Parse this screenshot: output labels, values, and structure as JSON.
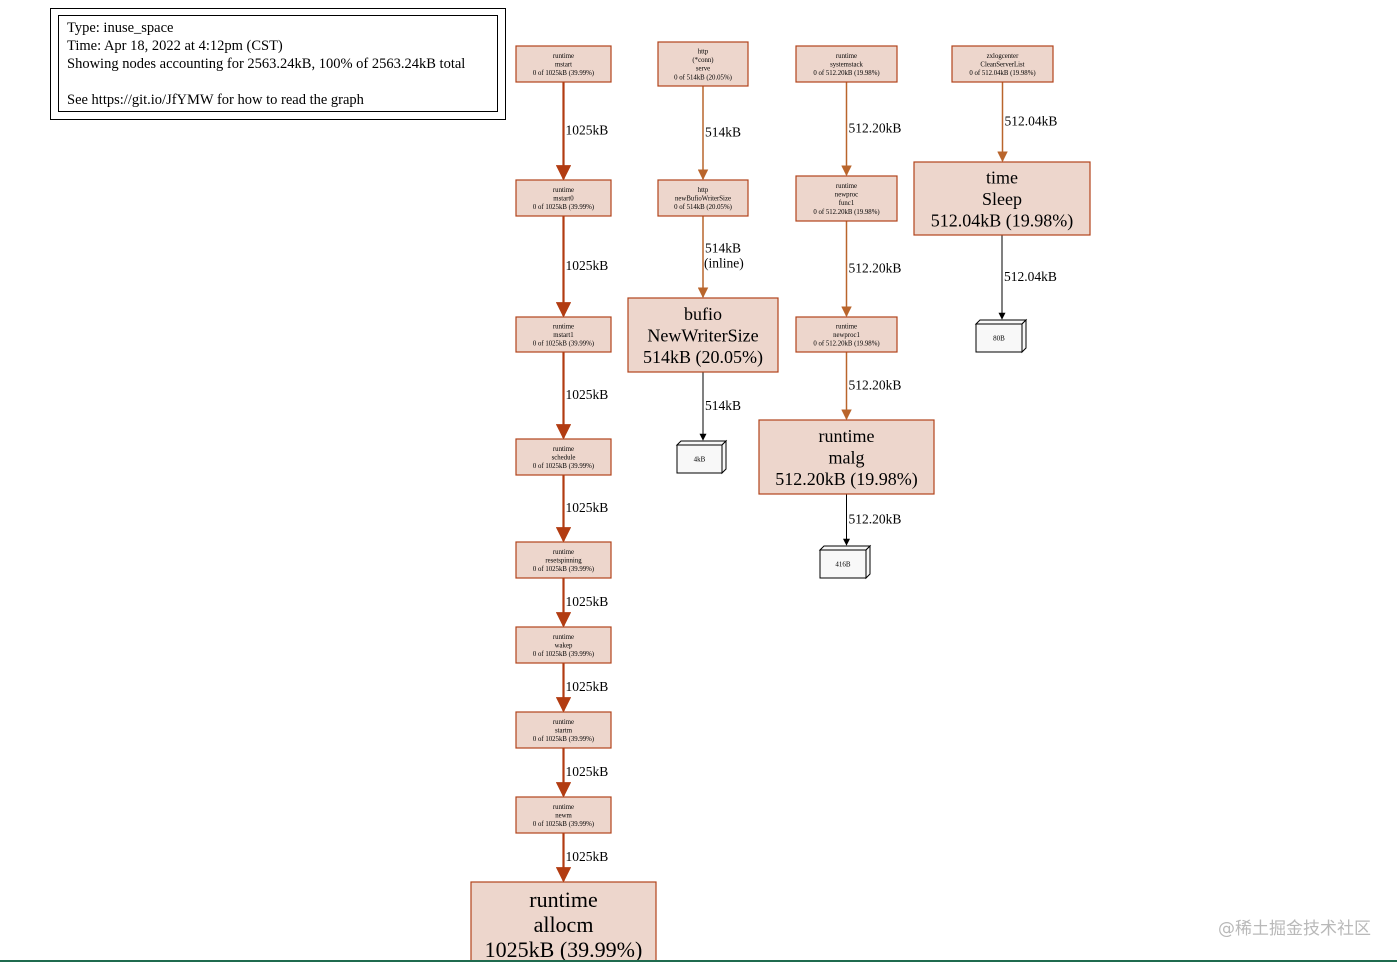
{
  "legend": {
    "line1": "Type: inuse_space",
    "line2": "Time: Apr 18, 2022 at 4:12pm (CST)",
    "line3": "Showing nodes accounting for 2563.24kB, 100% of 2563.24kB total",
    "line4": "See https://git.io/JfYMW for how to read the graph"
  },
  "colors": {
    "node_fill": "#edd6cc",
    "node_border": "#b2441b",
    "edge_heavy": "#b23c12",
    "edge_medium": "#b9652c",
    "edge_leaf": "#000000"
  },
  "nodes": [
    {
      "id": "mstart",
      "lines": [
        "runtime",
        "mstart",
        "0 of 1025kB (39.99%)"
      ],
      "size": "small"
    },
    {
      "id": "mstart0",
      "lines": [
        "runtime",
        "mstart0",
        "0 of 1025kB (39.99%)"
      ],
      "size": "small"
    },
    {
      "id": "mstart1",
      "lines": [
        "runtime",
        "mstart1",
        "0 of 1025kB (39.99%)"
      ],
      "size": "small"
    },
    {
      "id": "schedule",
      "lines": [
        "runtime",
        "schedule",
        "0 of 1025kB (39.99%)"
      ],
      "size": "small"
    },
    {
      "id": "resetspinning",
      "lines": [
        "runtime",
        "resetspinning",
        "0 of 1025kB (39.99%)"
      ],
      "size": "small"
    },
    {
      "id": "wakep",
      "lines": [
        "runtime",
        "wakep",
        "0 of 1025kB (39.99%)"
      ],
      "size": "small"
    },
    {
      "id": "startm",
      "lines": [
        "runtime",
        "startm",
        "0 of 1025kB (39.99%)"
      ],
      "size": "small"
    },
    {
      "id": "newm",
      "lines": [
        "runtime",
        "newm",
        "0 of 1025kB (39.99%)"
      ],
      "size": "small"
    },
    {
      "id": "allocm",
      "lines": [
        "runtime",
        "allocm",
        "1025kB (39.99%)"
      ],
      "size": "large"
    },
    {
      "id": "serve",
      "lines": [
        "http",
        "(*conn)",
        "serve",
        "0 of 514kB (20.05%)"
      ],
      "size": "small"
    },
    {
      "id": "newBufioWriterSize",
      "lines": [
        "http",
        "newBufioWriterSize",
        "0 of 514kB (20.05%)"
      ],
      "size": "small"
    },
    {
      "id": "NewWriterSize",
      "lines": [
        "bufio",
        "NewWriterSize",
        "514kB (20.05%)"
      ],
      "size": "large"
    },
    {
      "id": "systemstack",
      "lines": [
        "runtime",
        "systemstack",
        "0 of 512.20kB (19.98%)"
      ],
      "size": "small"
    },
    {
      "id": "newproc_func1",
      "lines": [
        "runtime",
        "newproc",
        "func1",
        "0 of 512.20kB (19.98%)"
      ],
      "size": "small"
    },
    {
      "id": "newproc1",
      "lines": [
        "runtime",
        "newproc1",
        "0 of 512.20kB (19.98%)"
      ],
      "size": "small"
    },
    {
      "id": "malg",
      "lines": [
        "runtime",
        "malg",
        "512.20kB (19.98%)"
      ],
      "size": "large"
    },
    {
      "id": "CleanServerList",
      "lines": [
        "zxlogcenter",
        "CleanServerList",
        "0 of 512.04kB (19.98%)"
      ],
      "size": "small"
    },
    {
      "id": "Sleep",
      "lines": [
        "time",
        "Sleep",
        "512.04kB (19.98%)"
      ],
      "size": "large"
    }
  ],
  "leaves": [
    {
      "id": "leaf_4kB",
      "label": "4kB"
    },
    {
      "id": "leaf_416B",
      "label": "416B"
    },
    {
      "id": "leaf_80B",
      "label": "80B"
    }
  ],
  "edges": [
    {
      "from": "mstart",
      "to": "mstart0",
      "label": "1025kB",
      "weight": "heavy"
    },
    {
      "from": "mstart0",
      "to": "mstart1",
      "label": "1025kB",
      "weight": "heavy"
    },
    {
      "from": "mstart1",
      "to": "schedule",
      "label": "1025kB",
      "weight": "heavy"
    },
    {
      "from": "schedule",
      "to": "resetspinning",
      "label": "1025kB",
      "weight": "heavy"
    },
    {
      "from": "resetspinning",
      "to": "wakep",
      "label": "1025kB",
      "weight": "heavy"
    },
    {
      "from": "wakep",
      "to": "startm",
      "label": "1025kB",
      "weight": "heavy"
    },
    {
      "from": "startm",
      "to": "newm",
      "label": "1025kB",
      "weight": "heavy"
    },
    {
      "from": "newm",
      "to": "allocm",
      "label": "1025kB",
      "weight": "heavy"
    },
    {
      "from": "serve",
      "to": "newBufioWriterSize",
      "label": "514kB",
      "weight": "medium"
    },
    {
      "from": "newBufioWriterSize",
      "to": "NewWriterSize",
      "label": "514kB",
      "label2": "(inline)",
      "weight": "medium"
    },
    {
      "from": "NewWriterSize",
      "to": "leaf_4kB",
      "label": "514kB",
      "weight": "leaf"
    },
    {
      "from": "systemstack",
      "to": "newproc_func1",
      "label": "512.20kB",
      "weight": "medium"
    },
    {
      "from": "newproc_func1",
      "to": "newproc1",
      "label": "512.20kB",
      "weight": "medium"
    },
    {
      "from": "newproc1",
      "to": "malg",
      "label": "512.20kB",
      "weight": "medium"
    },
    {
      "from": "malg",
      "to": "leaf_416B",
      "label": "512.20kB",
      "weight": "leaf"
    },
    {
      "from": "CleanServerList",
      "to": "Sleep",
      "label": "512.04kB",
      "weight": "medium"
    },
    {
      "from": "Sleep",
      "to": "leaf_80B",
      "label": "512.04kB",
      "weight": "leaf"
    }
  ],
  "watermark": "@稀土掘金技术社区"
}
